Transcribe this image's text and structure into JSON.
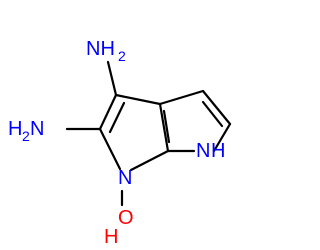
{
  "molecule": {
    "labels": {
      "nh2_top": {
        "main": "NH",
        "sub": "2"
      },
      "nh2_left": {
        "main": "H",
        "sub": "2",
        "tail": "N"
      },
      "n_ring_left": "N",
      "n_ring_right_main": "N",
      "n_ring_right_h": "H",
      "oh_o": "O",
      "oh_h": "H"
    },
    "colors": {
      "bond": "#000000",
      "nitrogen": "#0000ff",
      "oxygen": "#ff0000",
      "text": "#000000"
    }
  }
}
